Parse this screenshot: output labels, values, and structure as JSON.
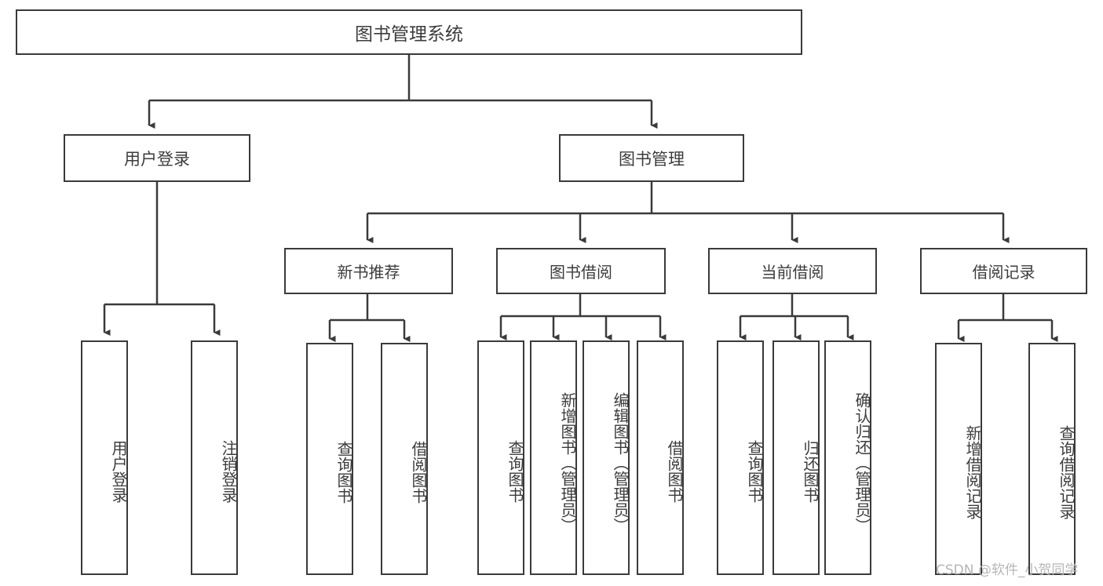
{
  "diagram": {
    "title_box": {
      "label": "图书管理系统"
    },
    "level1": [
      {
        "label": "用户登录"
      },
      {
        "label": "图书管理"
      }
    ],
    "level2": [
      {
        "label": "新书推荐"
      },
      {
        "label": "图书借阅"
      },
      {
        "label": "当前借阅"
      },
      {
        "label": "借阅记录"
      }
    ],
    "leaves": {
      "user_login": [
        {
          "label": "用户登录"
        },
        {
          "label": "注销登录"
        }
      ],
      "new_book_recommend": [
        {
          "label": "查询图书"
        },
        {
          "label": "借阅图书"
        }
      ],
      "book_borrow": [
        {
          "label": "查询图书"
        },
        {
          "label": "新增图书（管理员）"
        },
        {
          "label": "编辑图书（管理员）"
        },
        {
          "label": "借阅图书"
        }
      ],
      "current_borrow": [
        {
          "label": "查询图书"
        },
        {
          "label": "归还图书"
        },
        {
          "label": "确认归还（管理员）"
        }
      ],
      "borrow_record": [
        {
          "label": "新增借阅记录"
        },
        {
          "label": "查询借阅记录"
        }
      ]
    }
  },
  "watermark": {
    "text": "CSDN @软件_小贺同学"
  },
  "colors": {
    "stroke": "#3a3a3a",
    "text": "#3c3c3c",
    "background": "#ffffff",
    "watermark": "#b6b6b6"
  }
}
